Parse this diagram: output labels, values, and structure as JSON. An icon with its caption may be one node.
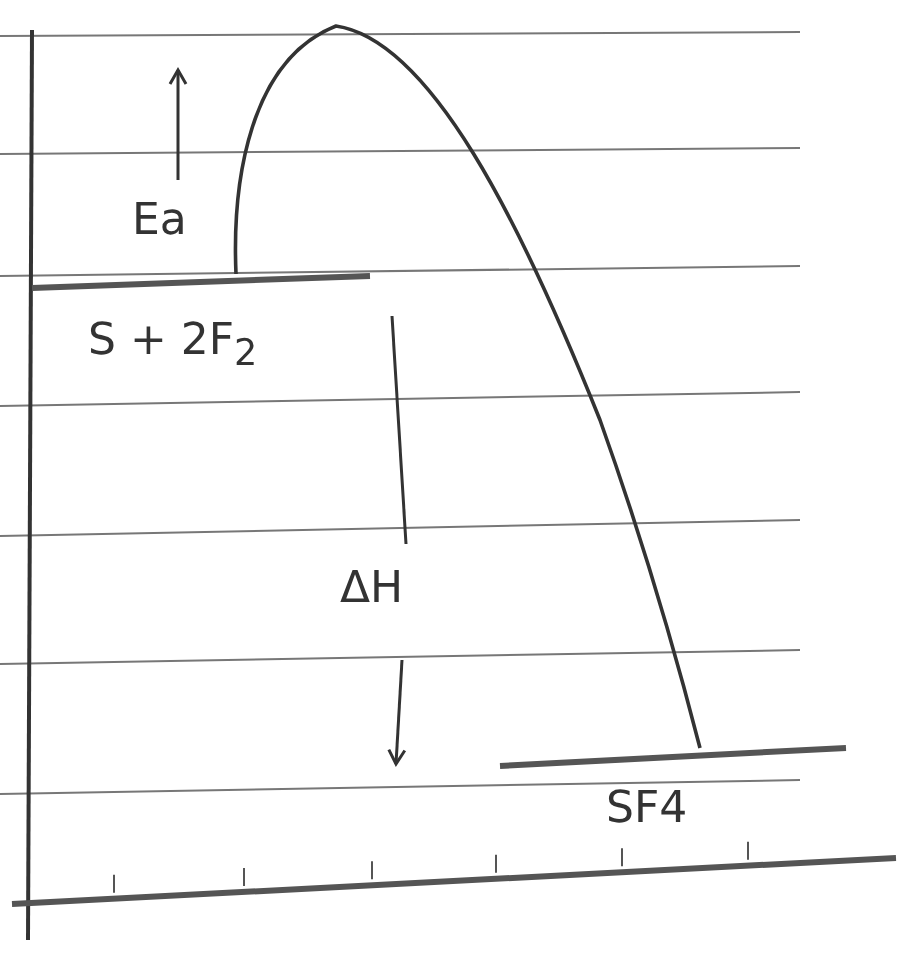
{
  "diagram": {
    "labels": [
      "Ea",
      "S + 2F$_{2}$",
      "ΔH",
      "SF4"
    ]
  }
}
